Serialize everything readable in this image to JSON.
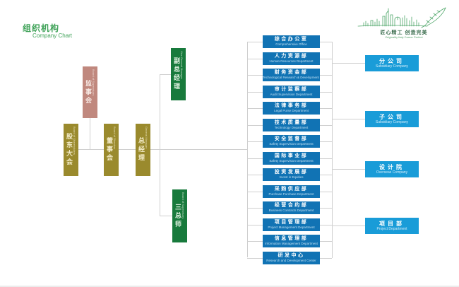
{
  "header": {
    "title_zh": "组织机构",
    "title_en": "Company Chart"
  },
  "logo": {
    "skyline_icon": "city-skyline-and-quill-icon",
    "slogan_zh": "匠心精工 创造完美",
    "slogan_en": "Originality Italy   Career Perfect"
  },
  "governance": {
    "shareholders": {
      "zh": "股东大会",
      "en": "Board of Shareholders"
    },
    "supervisors": {
      "zh": "监事会",
      "en": "Board of Supervisors"
    },
    "directors": {
      "zh": "董事会",
      "en": "Board of Directors"
    },
    "general_manager": {
      "zh": "总经理",
      "en": "General Manager"
    },
    "vice_general_manager": {
      "zh": "副总经理",
      "en": "Vice General Manager"
    },
    "chief_engineers": {
      "zh": "三总师",
      "en": "Board of Supervisors"
    }
  },
  "departments": [
    {
      "zh": "综合办公室",
      "en": "Comprehensive Office"
    },
    {
      "zh": "人力资源部",
      "en": "Human Resources Department"
    },
    {
      "zh": "财务资金部",
      "en": "Technological Research & Development Center"
    },
    {
      "zh": "审计监察部",
      "en": "Audit Supervision Department"
    },
    {
      "zh": "法律事务部",
      "en": "Legal Purse Department"
    },
    {
      "zh": "技术质量部",
      "en": "Technology Department"
    },
    {
      "zh": "安全监督部",
      "en": "Safety Supervision Department"
    },
    {
      "zh": "国际事业部",
      "en": "Safety Supervision Department"
    },
    {
      "zh": "投资发展部",
      "en": "Invest in Equities"
    },
    {
      "zh": "采购供应部",
      "en": "Purchase Purchase Department"
    },
    {
      "zh": "经营合约部",
      "en": "Business Contracts Department"
    },
    {
      "zh": "项目管理部",
      "en": "Project Management Department"
    },
    {
      "zh": "信息管理部",
      "en": "Information Management Department"
    },
    {
      "zh": "研发中心",
      "en": "Research and Development Center"
    }
  ],
  "branches": [
    {
      "zh": "分公司",
      "en": "Subsidiary Company"
    },
    {
      "zh": "子公司",
      "en": "Subsidiary Company"
    },
    {
      "zh": "设计院",
      "en": "Overseas Company"
    },
    {
      "zh": "项目部",
      "en": "Project Department"
    }
  ],
  "colors": {
    "title_green": "#3FA258",
    "olive": "#9A8A2D",
    "pink": "#C0887E",
    "green": "#187A3C",
    "dept_blue": "#1173B4",
    "branch_blue": "#199CD8",
    "line_grey": "#CFCFCF"
  }
}
